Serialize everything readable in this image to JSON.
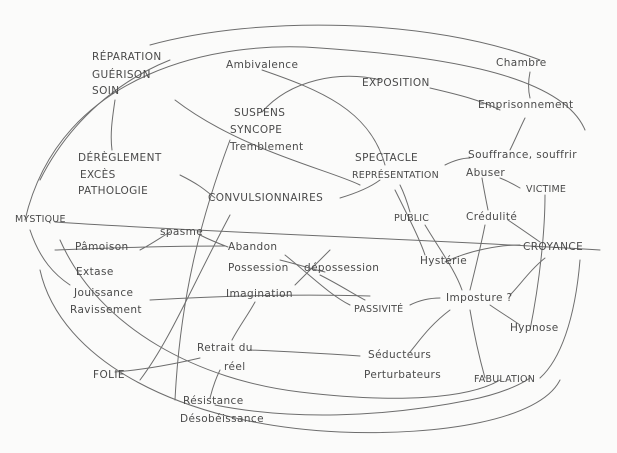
{
  "sketch": {
    "ink_color": "#4a4a4a",
    "terms": {
      "reparation": "RÉPARATION",
      "guerison": "GUÉRISON",
      "soin": "SOIN",
      "ambivalence": "Ambivalence",
      "exposition": "EXPOSITION",
      "chambre": "Chambre",
      "emprisonnement": "Emprisonnement",
      "suspens": "SUSPENS",
      "syncope": "SYNCOPE",
      "tremblement": "Tremblement",
      "dereglement": "DÉRÈGLEMENT",
      "exces": "EXCÈS",
      "pathologie": "PATHOLOGIE",
      "spectacle": "SPECTACLE",
      "representation": "REPRÉSENTATION",
      "souffrance": "Souffrance, souffrir",
      "abuser": "Abuser",
      "victime": "VICTIME",
      "convulsionnaires": "CONVULSIONNAIRES",
      "mystique": "MYSTIQUE",
      "public": "PUBLIC",
      "credulite": "Crédulité",
      "spasme": "spasme",
      "croyance": "CROYANCE",
      "pamoison": "Pâmoison",
      "abandon": "Abandon",
      "possession": "Possession",
      "depossession": "dépossession",
      "hysterie": "Hystérie",
      "extase": "Extase",
      "jouissance": "Jouissance",
      "ravissement": "Ravissement",
      "imagination": "Imagination",
      "passivite": "PASSIVITÉ",
      "imposture": "Imposture ?",
      "hypnose": "Hypnose",
      "retrait_du": "Retrait du",
      "reel": "réel",
      "seducteurs": "Séducteurs",
      "perturbateurs": "Perturbateurs",
      "folie": "FOLIE",
      "fabulation": "FABULATION",
      "resistance": "Résistance",
      "desobeissance": "Désobéissance"
    }
  }
}
